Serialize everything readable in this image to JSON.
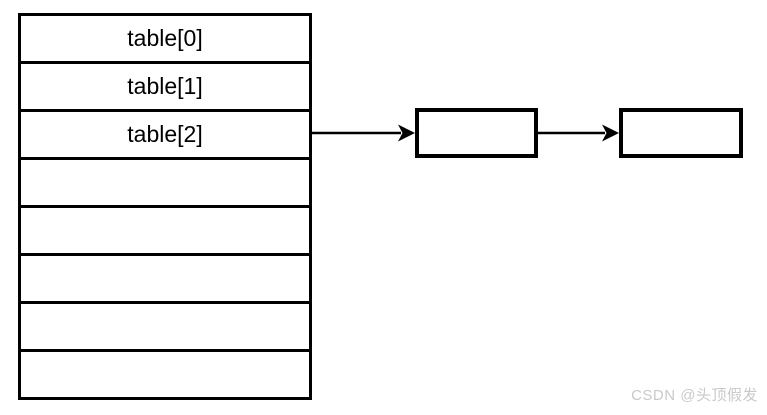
{
  "diagram": {
    "title_hint": "hash table with separate chaining",
    "table": {
      "rows": [
        {
          "label": "table[0]"
        },
        {
          "label": "table[1]"
        },
        {
          "label": "table[2]"
        },
        {
          "label": ""
        },
        {
          "label": ""
        },
        {
          "label": ""
        },
        {
          "label": ""
        },
        {
          "label": ""
        }
      ]
    },
    "chain": {
      "source_row": "table[2]",
      "nodes": [
        {
          "label": ""
        },
        {
          "label": ""
        }
      ]
    },
    "colors": {
      "border": "#000000",
      "background": "#ffffff",
      "watermark": "#c9c9c9"
    },
    "watermark": "CSDN @头顶假发"
  }
}
